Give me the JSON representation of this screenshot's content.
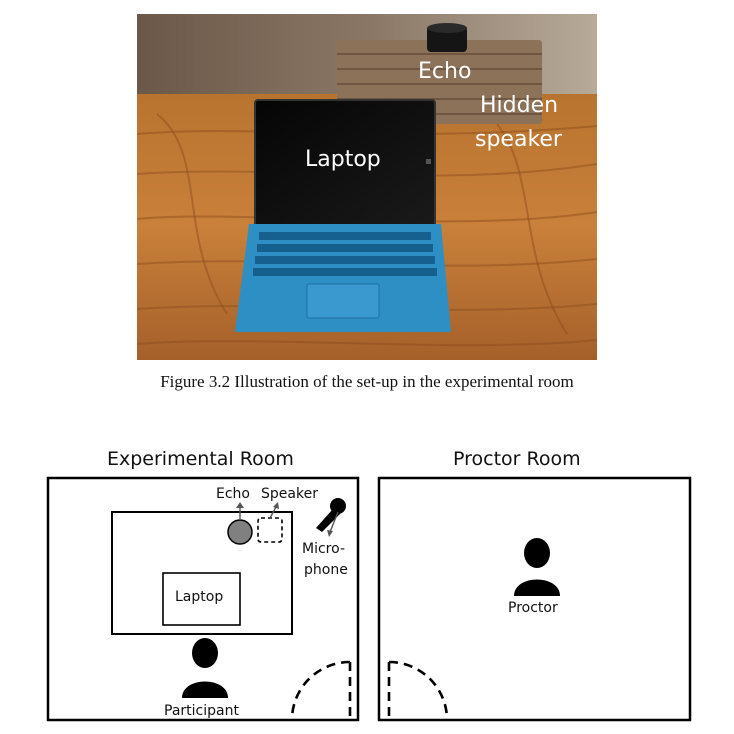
{
  "photo": {
    "labels": {
      "echo": "Echo",
      "hidden_speaker_line1": "Hidden",
      "hidden_speaker_line2": "speaker",
      "laptop": "Laptop"
    }
  },
  "caption": "Figure 3.2 Illustration of the set-up in the experimental room",
  "diagram": {
    "experimental_room": {
      "title": "Experimental Room",
      "echo": "Echo",
      "speaker": "Speaker",
      "microphone_line1": "Micro-",
      "microphone_line2": "phone",
      "laptop": "Laptop",
      "participant": "Participant"
    },
    "proctor_room": {
      "title": "Proctor Room",
      "proctor": "Proctor"
    }
  }
}
